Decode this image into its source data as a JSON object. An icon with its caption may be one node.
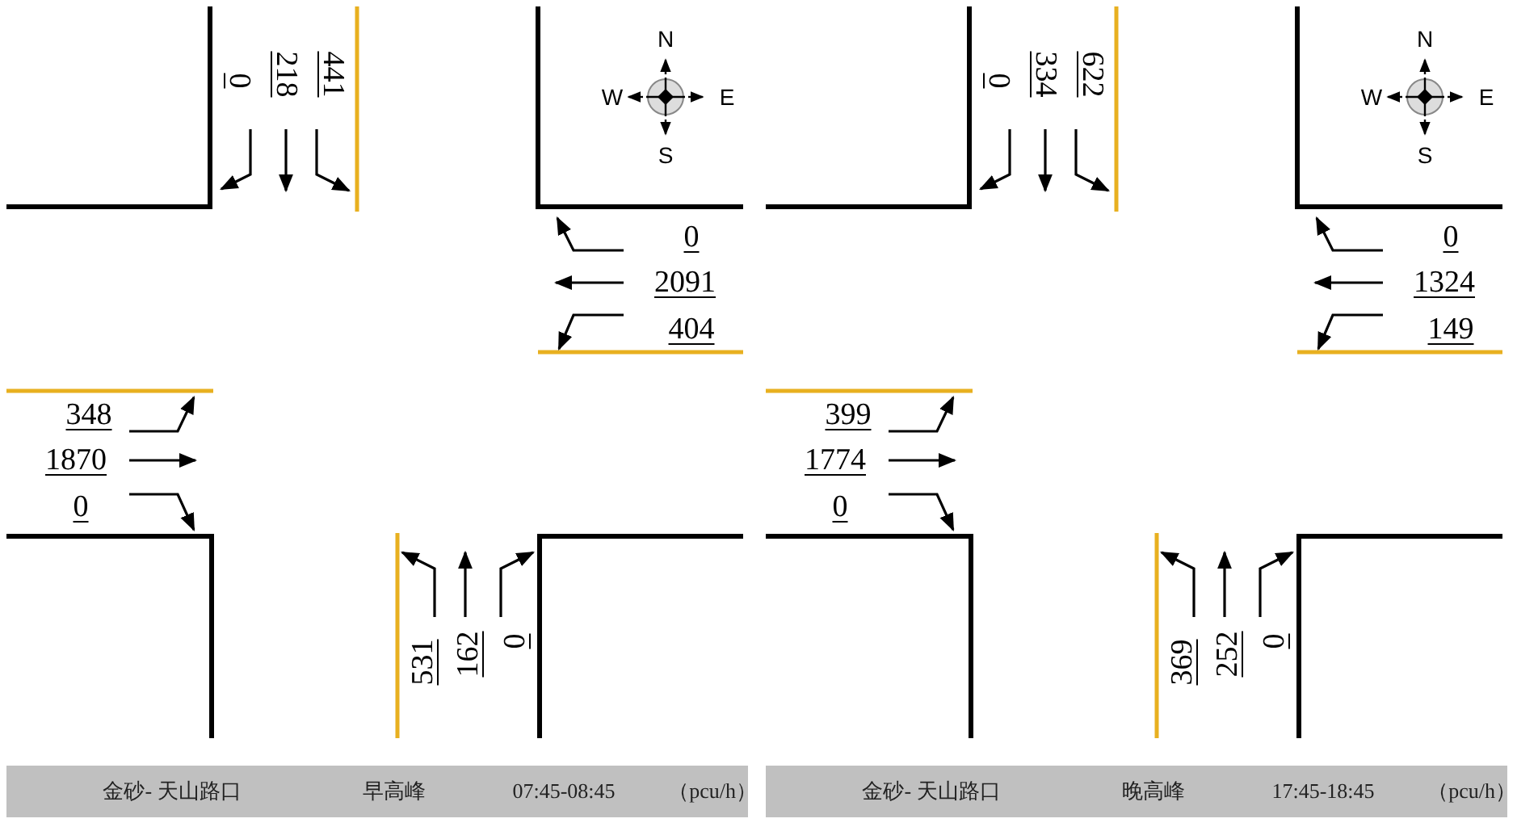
{
  "diagram": {
    "nodes": [
      {
        "text": [
          "金砂- 天山路口",
          "早高峰",
          "07:45-08:45",
          "（pcu/h）"
        ]
      },
      {
        "text": [
          "金砂- 天山路口",
          "晚高峰",
          "17:45-18:45",
          "（pcu/h）"
        ]
      }
    ],
    "labels": [
      "0",
      "218",
      "441",
      "N",
      "W",
      "E",
      "S",
      "0",
      "2091",
      "404",
      "348",
      "1870",
      "0",
      "531",
      "162",
      "0",
      "0",
      "334",
      "622",
      "N",
      "W",
      "E",
      "S",
      "0",
      "1324",
      "149",
      "399",
      "1774",
      "0",
      "369",
      "252",
      "0"
    ]
  }
}
